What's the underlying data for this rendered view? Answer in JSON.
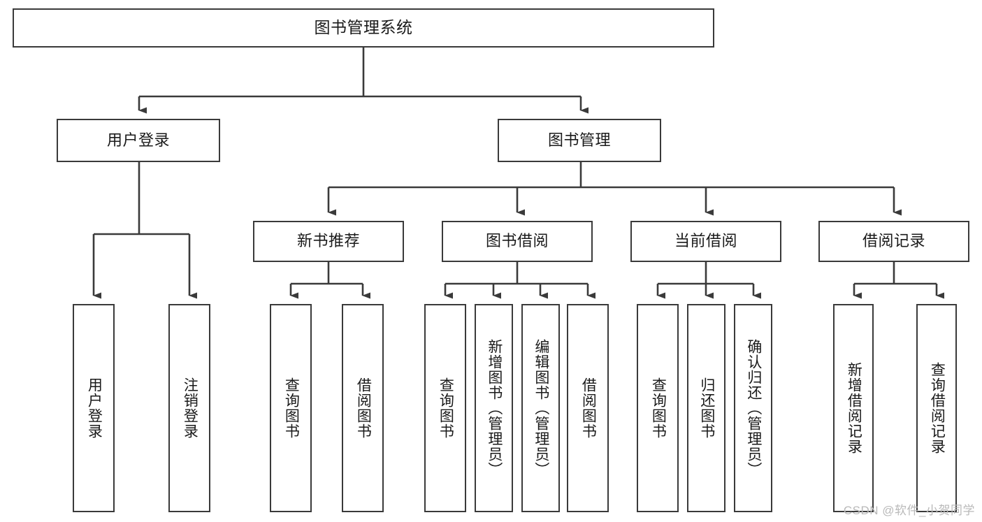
{
  "diagram": {
    "title": "图书管理系统",
    "type": "hierarchy-tree",
    "root": {
      "label": "图书管理系统"
    },
    "level2": [
      {
        "label": "用户登录"
      },
      {
        "label": "图书管理"
      }
    ],
    "level3": [
      {
        "label": "新书推荐"
      },
      {
        "label": "图书借阅"
      },
      {
        "label": "当前借阅"
      },
      {
        "label": "借阅记录"
      }
    ],
    "leaves": {
      "user_login": [
        {
          "label": "用户登录"
        },
        {
          "label": "注销登录"
        }
      ],
      "new_book_recommend": [
        {
          "label": "查询图书"
        },
        {
          "label": "借阅图书"
        }
      ],
      "book_borrow": [
        {
          "label": "查询图书"
        },
        {
          "label": "新增图书（管理员）"
        },
        {
          "label": "编辑图书（管理员）"
        },
        {
          "label": "借阅图书"
        }
      ],
      "current_borrow": [
        {
          "label": "查询图书"
        },
        {
          "label": "归还图书"
        },
        {
          "label": "确认归还（管理员）"
        }
      ],
      "borrow_record": [
        {
          "label": "新增借阅记录"
        },
        {
          "label": "查询借阅记录"
        }
      ]
    }
  },
  "watermark": {
    "text": "CSDN @软件_小贺同学"
  },
  "colors": {
    "stroke": "#3a3a3a",
    "box_fill": "#ffffff",
    "text": "#1a1a1a",
    "watermark": "#b9b9b9"
  }
}
